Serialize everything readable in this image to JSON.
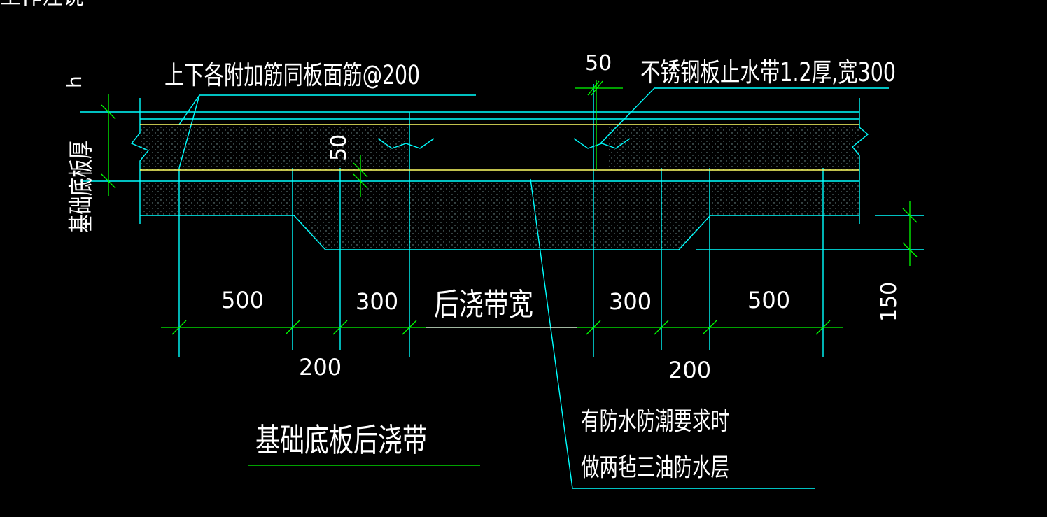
{
  "drawing": {
    "top_partial_text": "工作注说-",
    "notes": {
      "rebar": "上下各附加筋同板面筋@200",
      "waterstop": "不锈钢板止水带1.2厚,宽300",
      "waterproof_line1": "有防水防潮要求时",
      "waterproof_line2": "做两毡三油防水层"
    },
    "labels": {
      "slab_thickness": "基础底板厚",
      "h": "h",
      "band_width": "后浇带宽",
      "title": "基础底板后浇带"
    },
    "dimensions": {
      "top_50": "50",
      "mid_50": "50",
      "left_500": "500",
      "left_300": "300",
      "right_300": "300",
      "right_500": "500",
      "left_200": "200",
      "right_200": "200",
      "side_150": "150"
    }
  },
  "colors": {
    "background": "#000000",
    "outline": "#00ffff",
    "rebar": "#ffff66",
    "dimension": "#00ff00",
    "text": "#ffffff"
  }
}
